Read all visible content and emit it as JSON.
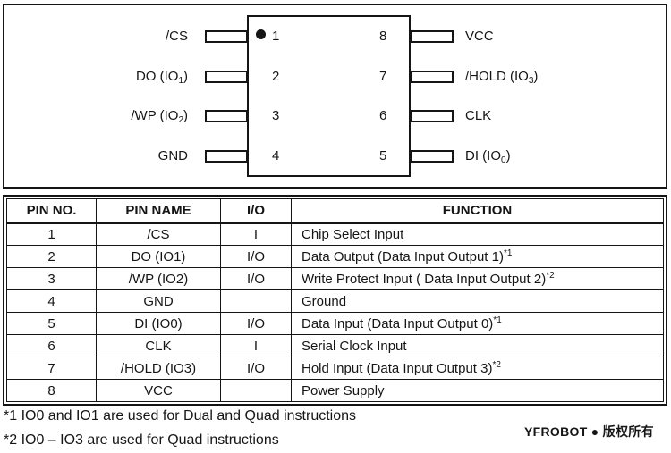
{
  "diagram": {
    "pins_left": [
      {
        "number": "1",
        "label": [
          {
            "t": "/CS"
          }
        ]
      },
      {
        "number": "2",
        "label": [
          {
            "t": "DO (IO"
          },
          {
            "sub": "1"
          },
          {
            "t": ")"
          }
        ]
      },
      {
        "number": "3",
        "label": [
          {
            "t": "/WP (IO"
          },
          {
            "sub": "2"
          },
          {
            "t": ")"
          }
        ]
      },
      {
        "number": "4",
        "label": [
          {
            "t": "GND"
          }
        ]
      }
    ],
    "pins_right": [
      {
        "number": "8",
        "label": [
          {
            "t": "VCC"
          }
        ]
      },
      {
        "number": "7",
        "label": [
          {
            "t": "/HOLD (IO"
          },
          {
            "sub": "3"
          },
          {
            "t": ")"
          }
        ]
      },
      {
        "number": "6",
        "label": [
          {
            "t": "CLK"
          }
        ]
      },
      {
        "number": "5",
        "label": [
          {
            "t": "DI (IO"
          },
          {
            "sub": "0"
          },
          {
            "t": ")"
          }
        ]
      }
    ]
  },
  "table": {
    "headers": [
      "PIN NO.",
      "PIN NAME",
      "I/O",
      "FUNCTION"
    ],
    "rows": [
      {
        "pin_no": "1",
        "pin_name": "/CS",
        "io": "I",
        "function": [
          {
            "t": "Chip Select Input"
          }
        ]
      },
      {
        "pin_no": "2",
        "pin_name": "DO (IO1)",
        "io": "I/O",
        "function": [
          {
            "t": "Data Output (Data Input Output 1)"
          },
          {
            "sup": "*1"
          }
        ]
      },
      {
        "pin_no": "3",
        "pin_name": "/WP (IO2)",
        "io": "I/O",
        "function": [
          {
            "t": "Write Protect Input ( Data Input Output 2)"
          },
          {
            "sup": "*2"
          }
        ]
      },
      {
        "pin_no": "4",
        "pin_name": "GND",
        "io": "",
        "function": [
          {
            "t": "Ground"
          }
        ]
      },
      {
        "pin_no": "5",
        "pin_name": "DI (IO0)",
        "io": "I/O",
        "function": [
          {
            "t": "Data Input (Data Input Output 0)"
          },
          {
            "sup": "*1"
          }
        ]
      },
      {
        "pin_no": "6",
        "pin_name": "CLK",
        "io": "I",
        "function": [
          {
            "t": "Serial Clock Input"
          }
        ]
      },
      {
        "pin_no": "7",
        "pin_name": "/HOLD (IO3)",
        "io": "I/O",
        "function": [
          {
            "t": "Hold Input (Data Input Output 3)"
          },
          {
            "sup": "*2"
          }
        ]
      },
      {
        "pin_no": "8",
        "pin_name": "VCC",
        "io": "",
        "function": [
          {
            "t": "Power Supply"
          }
        ]
      }
    ]
  },
  "footnotes": [
    "*1 IO0 and IO1 are used for Dual and Quad instructions",
    "*2 IO0 – IO3 are used for Quad instructions"
  ],
  "brand": "YFROBOT ● 版权所有",
  "colors": {
    "ink": "#151515",
    "background": "#ffffff"
  }
}
